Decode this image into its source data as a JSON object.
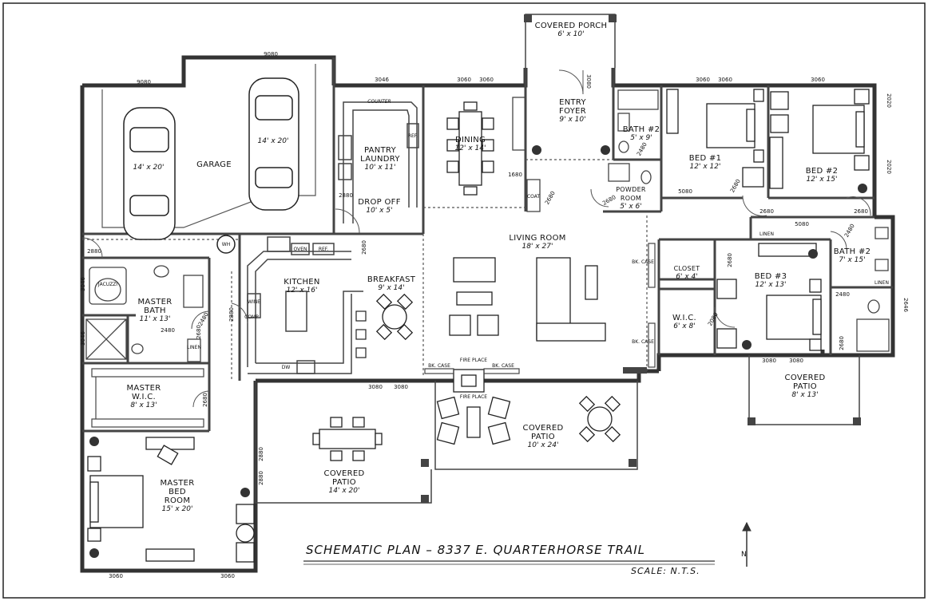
{
  "plan": {
    "title": "SCHEMATIC PLAN – 8337 E. QUARTERHORSE TRAIL",
    "scale": "SCALE:  N.T.S.",
    "north_mark": "N"
  },
  "rooms": {
    "covered_porch": {
      "name": "COVERED PORCH",
      "dims": "6' x 10'"
    },
    "garage": {
      "name": "GARAGE",
      "dims": ""
    },
    "garage_car1": {
      "name": "",
      "dims": "14' x 20'"
    },
    "garage_car2": {
      "name": "",
      "dims": "14' x 20'"
    },
    "pantry_laundry": {
      "name": "PANTRY LAUNDRY",
      "dims": "10' x 11'"
    },
    "drop_off": {
      "name": "DROP OFF",
      "dims": "10' x 5'"
    },
    "dining": {
      "name": "DINING",
      "dims": "12' x 14'"
    },
    "entry_foyer": {
      "name": "ENTRY FOYER",
      "dims": "9' x 10'"
    },
    "bath2_a": {
      "name": "BATH #2",
      "dims": "5' x 9'"
    },
    "powder_room": {
      "name": "POWDER ROOM",
      "dims": "5' x 6'"
    },
    "bed1": {
      "name": "BED #1",
      "dims": "12' x 12'"
    },
    "bed2": {
      "name": "BED #2",
      "dims": "12' x 15'"
    },
    "living_room": {
      "name": "LIVING ROOM",
      "dims": "18' x 27'"
    },
    "kitchen": {
      "name": "KITCHEN",
      "dims": "12' x 16'"
    },
    "breakfast": {
      "name": "BREAKFAST",
      "dims": "9' x 14'"
    },
    "master_bath": {
      "name": "MASTER BATH",
      "dims": "11' x 13'"
    },
    "master_wic": {
      "name": "MASTER W.I.C.",
      "dims": "8' x 13'"
    },
    "master_bed": {
      "name": "MASTER BED ROOM",
      "dims": "15' x 20'"
    },
    "closet": {
      "name": "CLOSET",
      "dims": "6' x 4'"
    },
    "bed3": {
      "name": "BED #3",
      "dims": "12' x 13'"
    },
    "wic": {
      "name": "W.I.C.",
      "dims": "6' x 8'"
    },
    "bath2_b": {
      "name": "BATH #2",
      "dims": "7' x 15'"
    },
    "covered_patio_right": {
      "name": "COVERED PATIO",
      "dims": "8' x 13'"
    },
    "covered_patio_center": {
      "name": "COVERED PATIO",
      "dims": "10' x 24'"
    },
    "covered_patio_left": {
      "name": "COVERED PATIO",
      "dims": "14' x 20'"
    }
  },
  "fixtures": {
    "counter": "COUNTER",
    "ref_pantry": "REF.",
    "oven": "OVEN",
    "ref_kitchen": "REF.",
    "wh": "WH",
    "wine": "WINE",
    "comp": "COMP",
    "dw": "DW",
    "coat": "COAT",
    "jacuzzi": "JACUZZI",
    "linen_master": "LINEN",
    "linen_hall": "LINEN",
    "linen_bath": "LINEN",
    "bk_case_1": "BK. CASE",
    "bk_case_2": "BK. CASE",
    "bk_case_3": "BK. CASE",
    "bk_case_4": "BK. CASE",
    "fire_place_1": "FIRE PLACE",
    "fire_place_2": "FIRE PLACE"
  },
  "dimensions": {
    "d9080_top": "9080",
    "d9080_left": "9080",
    "d3046_top": "3046",
    "d3060_a": "3060",
    "d3060_b": "3060",
    "d3060_c": "3060",
    "d3060_d": "3060",
    "d3060_e": "3060",
    "d2020_a": "2020",
    "d2020_b": "2020",
    "d3080_entry": "3080",
    "d2880_garage": "2880",
    "d2880_dropoff": "2880",
    "d2680_breakfast": "2680",
    "d3046_left_a": "3046",
    "d3046_left_b": "3046",
    "d2480_bath": "2480",
    "d2480_mb": "2480",
    "d2680_mbath": "2680",
    "d2880_hall": "2880",
    "d2680_wic": "2680",
    "d3080_pat_a": "3080",
    "d3080_pat_b": "3080",
    "d2880_mbed_a": "2880",
    "d2880_mbed_b": "2880",
    "d3060_bot_a": "3060",
    "d3060_bot_b": "3060",
    "d5080_a": "5080",
    "d5080_b": "5080",
    "d2680_bed1": "2680",
    "d2680_bed2": "2680",
    "d2680_hall_a": "2680",
    "d2680_bed3": "2680",
    "d2080_wic": "2080",
    "d2480_bath2": "2480",
    "d2480_bath2b": "2480",
    "d2680_bath2": "2680",
    "d2646": "2646",
    "d3080_patio_r_a": "3080",
    "d3080_patio_r_b": "3080",
    "d1680": "1680",
    "d2680_coat": "2680",
    "d2680_powder": "2680",
    "d2480_bath2a": "2480"
  }
}
